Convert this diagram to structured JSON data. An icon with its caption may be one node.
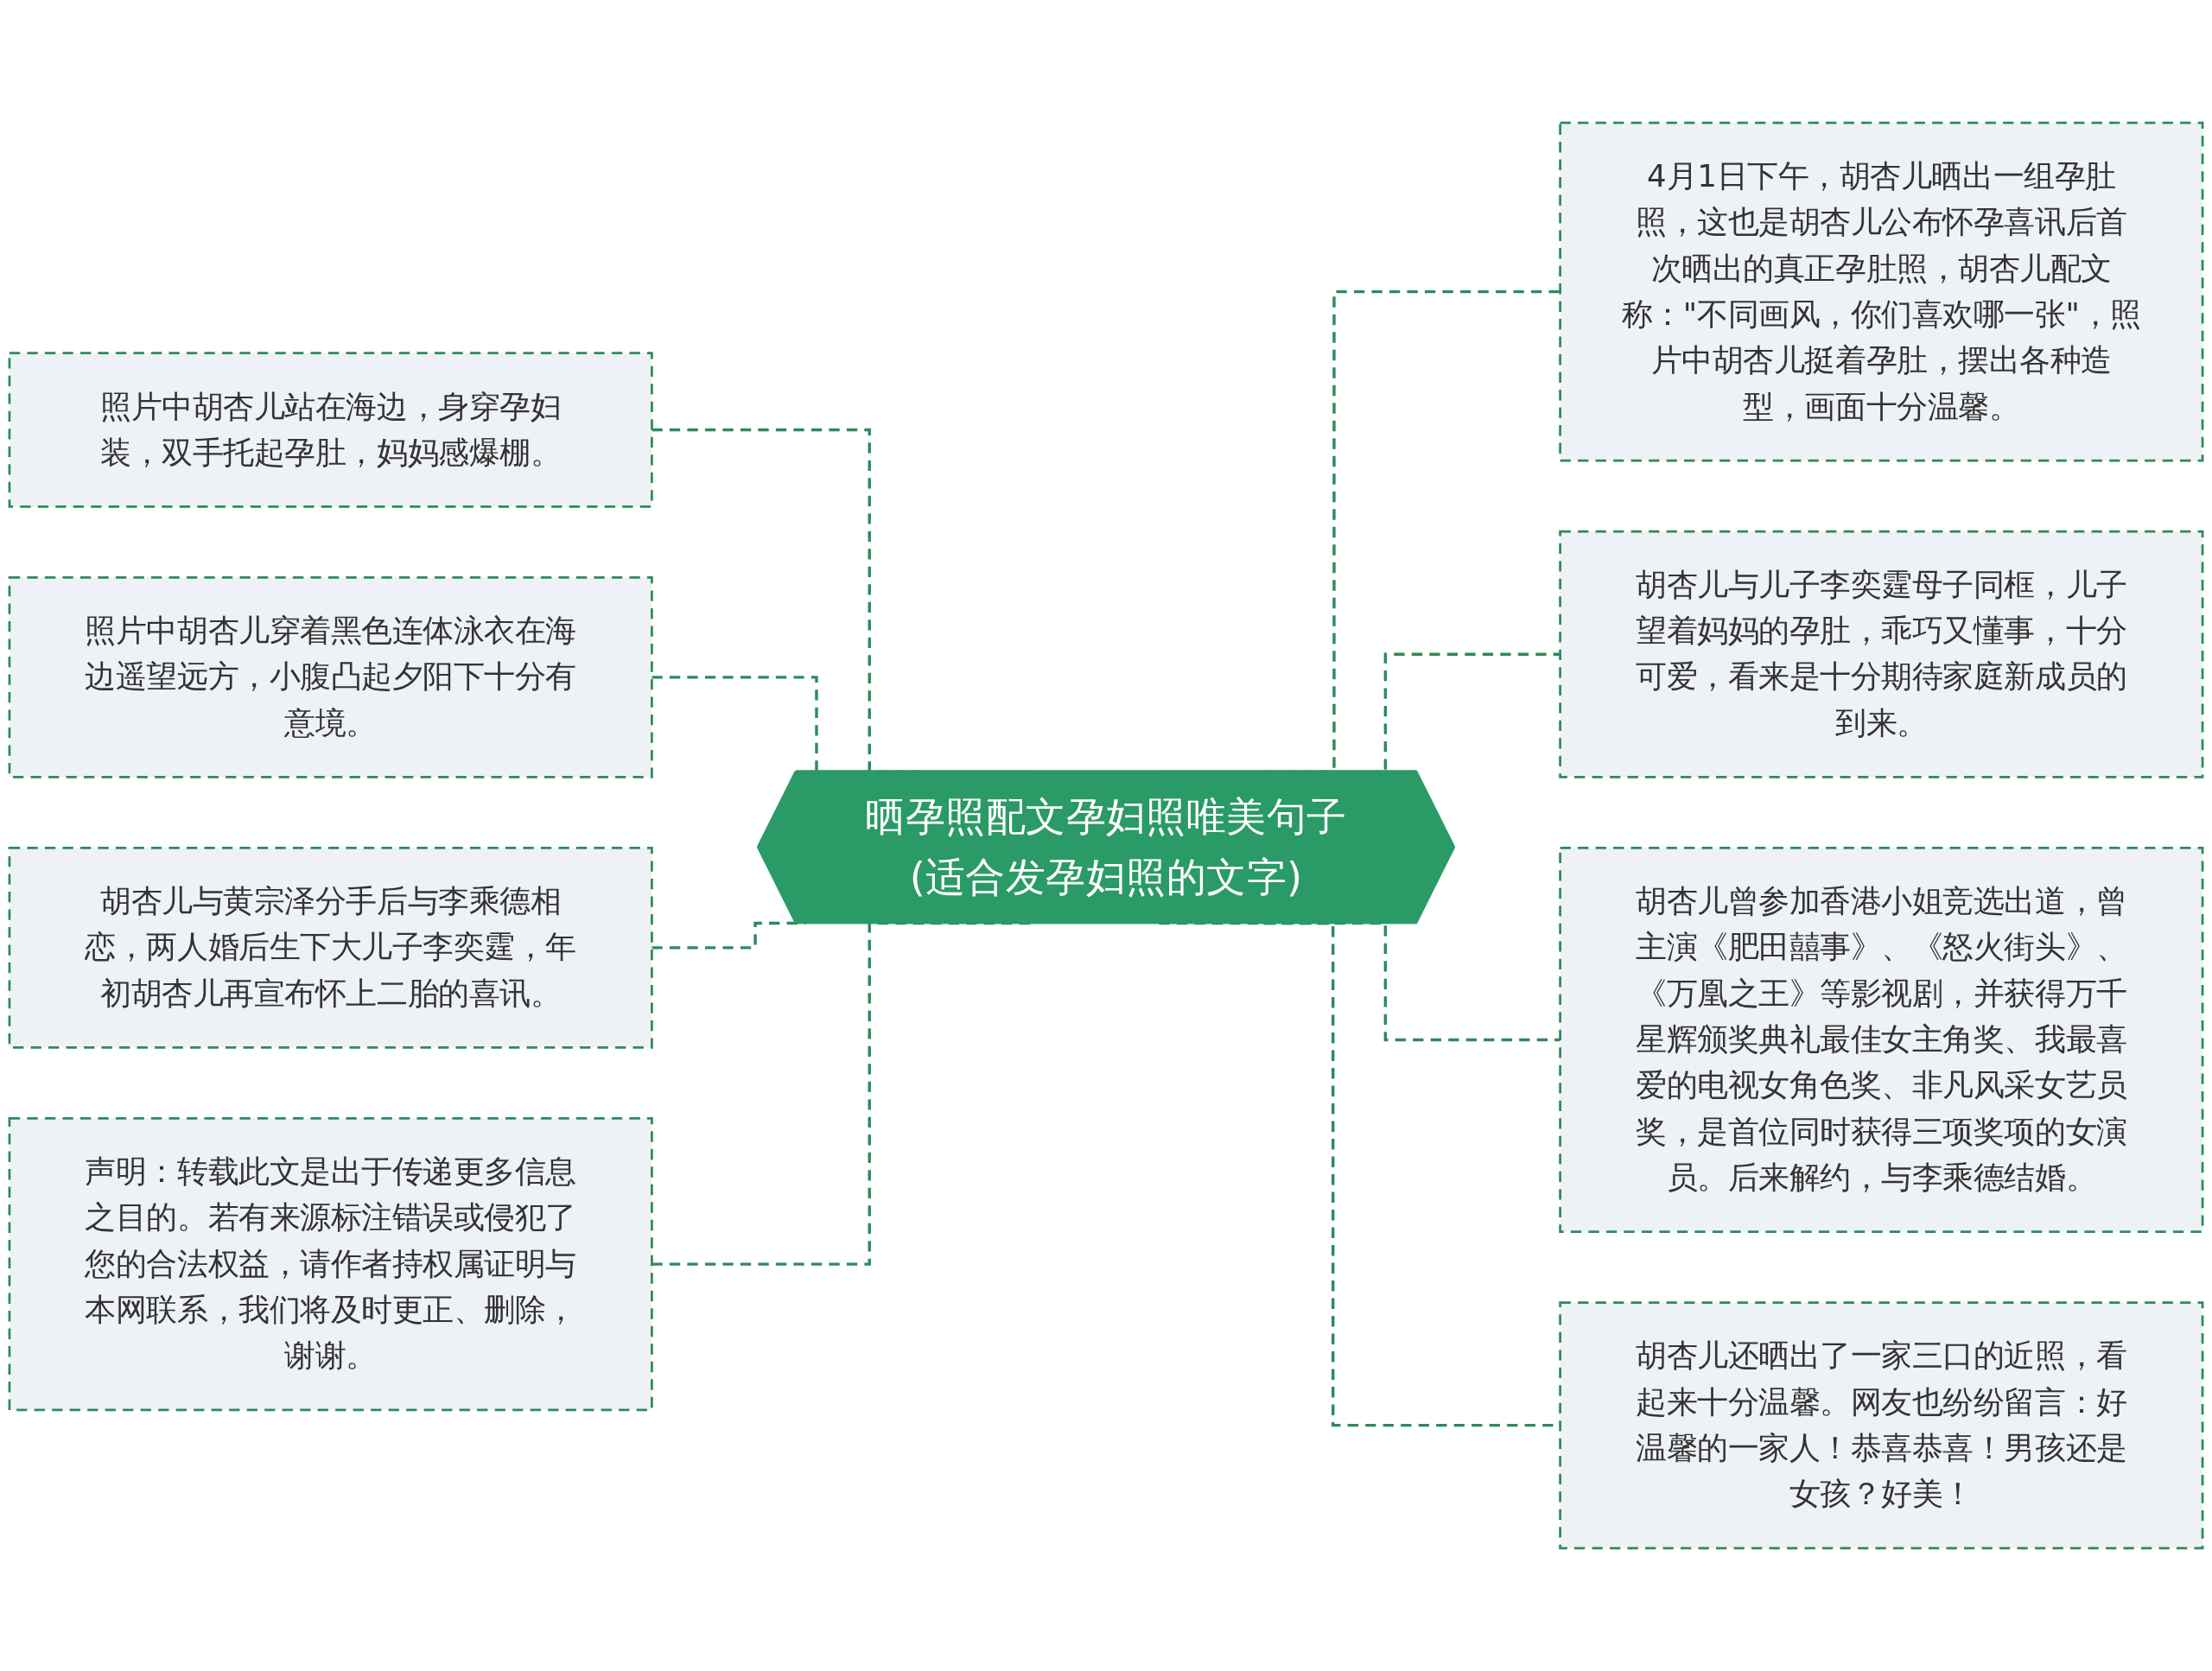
{
  "diagram": {
    "nodes": [
      {
        "text": [
          "晒孕照配文孕妇照唯美句子(适合发孕妇照的文字)"
        ]
      },
      {
        "text": [
          "照片中胡杏儿站在海边，身穿孕妇装，双手托起孕肚，妈妈感爆棚。"
        ]
      },
      {
        "text": [
          "照片中胡杏儿穿着黑色连体泳衣在海边遥望远方，小腹凸起夕阳下十分有意境。"
        ]
      },
      {
        "text": [
          "胡杏儿与黄宗泽分手后与李乘德相恋，两人婚后生下大儿子李奕霆，年初胡杏儿再宣布怀上二胎的喜讯。"
        ]
      },
      {
        "text": [
          "声明：转载此文是出于传递更多信息之目的。若有来源标注错误或侵犯了您的合法权益，请作者持权属证明与本网联系，我们将及时更正、删除，谢谢。"
        ]
      },
      {
        "text": [
          "4月1日下午，胡杏儿晒出一组孕肚照，这也是胡杏儿公布怀孕喜讯后首次晒出的真正孕肚照，胡杏儿配文称：\"不同画风，你们喜欢哪一张\"，照片中胡杏儿挺着孕肚，摆出各种造型，画面十分温馨。"
        ]
      },
      {
        "text": [
          "胡杏儿与儿子李奕霆母子同框，儿子望着妈妈的孕肚，乖巧又懂事，十分可爱，看来是十分期待家庭新成员的到来。"
        ]
      },
      {
        "text": [
          "胡杏儿曾参加香港小姐竞选出道，曾主演《肥田囍事》、《怒火街头》、《万凰之王》等影视剧，并获得万千星辉颁奖典礼最佳女主角奖、我最喜爱的电视女角色奖、非凡风采女艺员奖，是首位同时获得三项奖项的女演员。后来解约，与李乘德结婚。"
        ]
      },
      {
        "text": [
          "胡杏儿还晒出了一家三口的近照，看起来十分温馨。网友也纷纷留言：好温馨的一家人！恭喜恭喜！男孩还是女孩？好美！"
        ]
      }
    ],
    "edges": [
      {
        "from": 1,
        "to": 0,
        "arrow": "none",
        "style": "dashed"
      },
      {
        "from": 2,
        "to": 0,
        "arrow": "none",
        "style": "dashed"
      },
      {
        "from": 3,
        "to": 0,
        "arrow": "none",
        "style": "dashed"
      },
      {
        "from": 4,
        "to": 0,
        "arrow": "none",
        "style": "dashed"
      },
      {
        "from": 0,
        "to": 5,
        "arrow": "none",
        "style": "dashed"
      },
      {
        "from": 0,
        "to": 6,
        "arrow": "none",
        "style": "dashed"
      },
      {
        "from": 0,
        "to": 7,
        "arrow": "none",
        "style": "dashed"
      },
      {
        "from": 0,
        "to": 8,
        "arrow": "none",
        "style": "dashed"
      }
    ]
  }
}
